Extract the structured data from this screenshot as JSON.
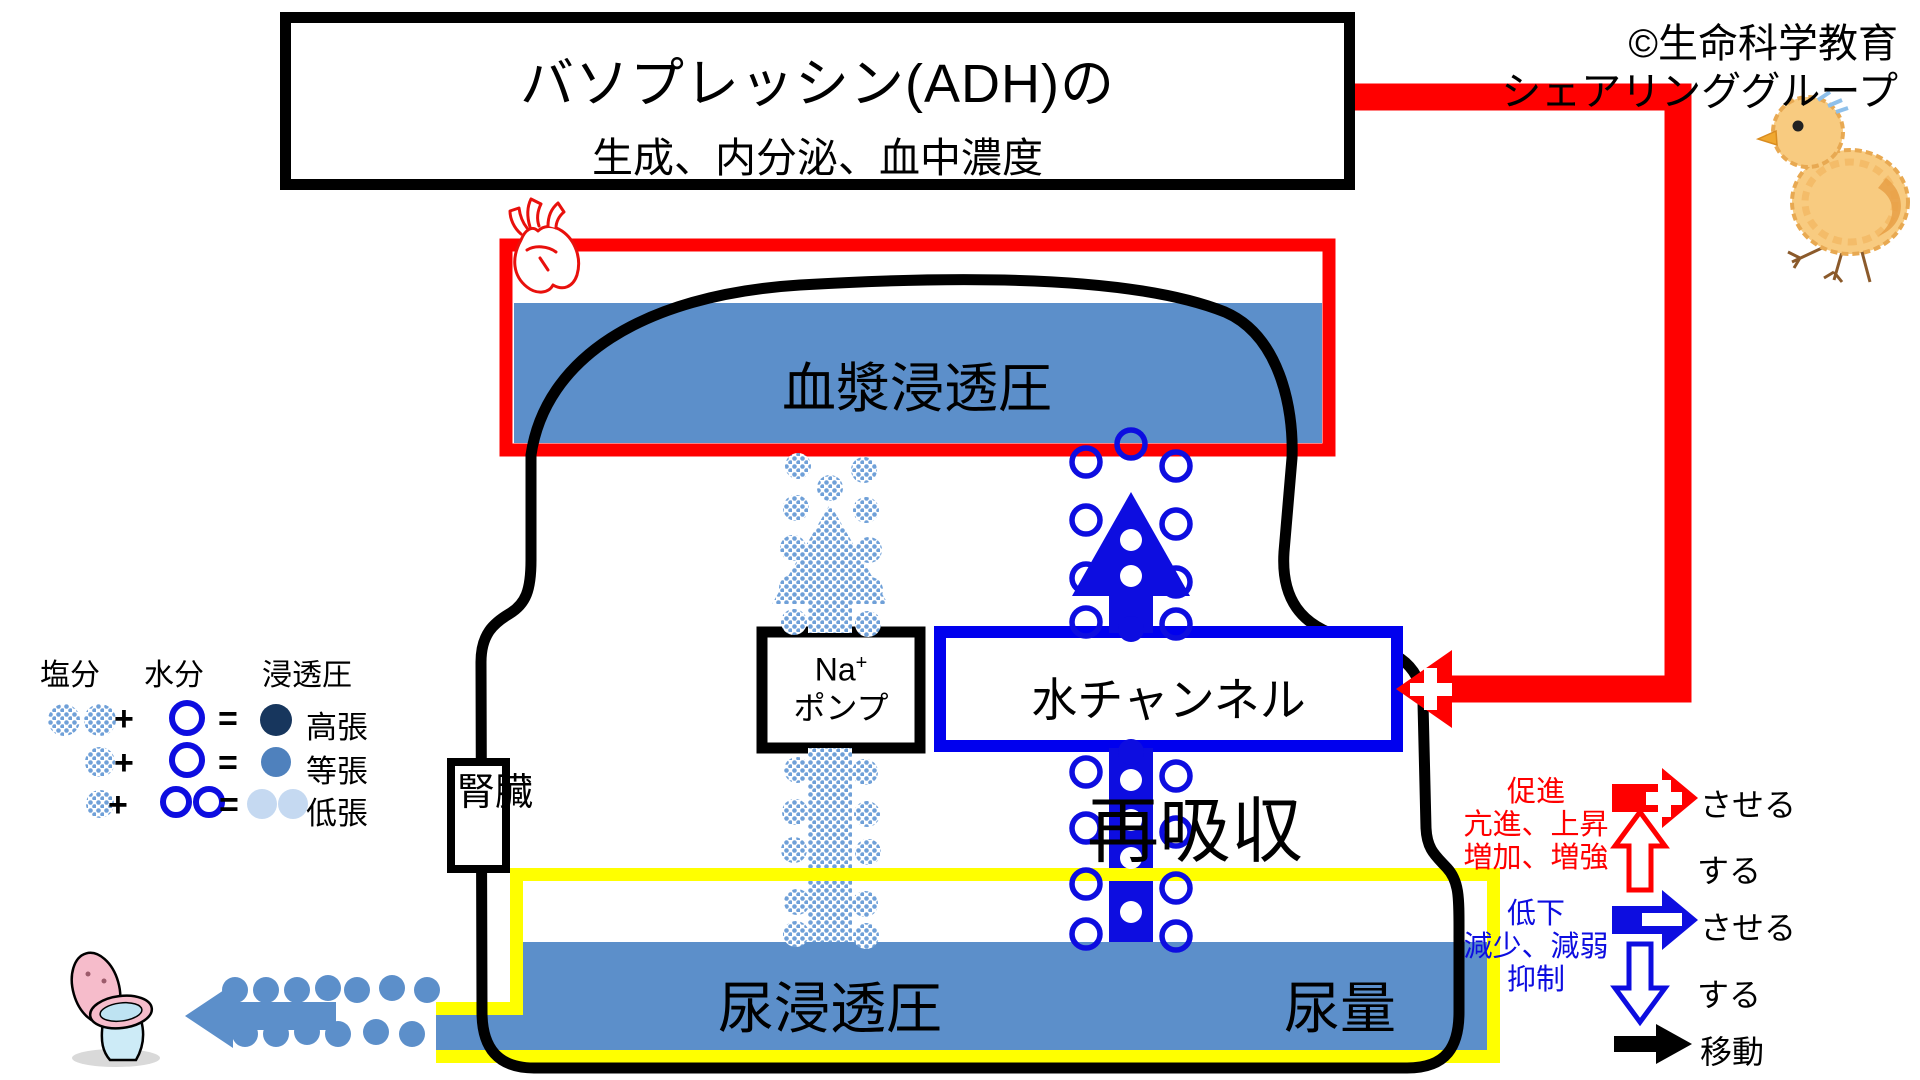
{
  "title": {
    "line1": "バソプレッシン(ADH)の",
    "line2": "生成、内分泌、血中濃度"
  },
  "copyright": {
    "line1": "©生命科学教育",
    "line2": "シェアリンググループ"
  },
  "boxes": {
    "plasma_osmotic_pressure": "血漿浸透圧",
    "kidney": "腎臓",
    "na_pump_element": "Na",
    "na_pump_superscript": "+",
    "na_pump_word": "ポンプ",
    "water_channel": "水チャンネル"
  },
  "labels": {
    "reabsorption": "再吸収",
    "urine_osmotic_pressure": "尿浸透圧",
    "urine_volume": "尿量"
  },
  "legend_osmolarity": {
    "header_salt": "塩分",
    "header_water": "水分",
    "header_pressure": "浸透圧",
    "plus": "+",
    "equals": "=",
    "row_hypertonic": "高張",
    "row_isotonic": "等張",
    "row_hypotonic": "低張"
  },
  "legend_effects": {
    "promote_line1": "促進",
    "promote_line2": "亢進、上昇",
    "promote_line3": "増加、増強",
    "suppress_line1": "低下",
    "suppress_line2": "減少、減弱",
    "suppress_line3": "抑制",
    "cause_label_promote": "させる",
    "do_label_promote": "する",
    "cause_label_suppress": "させる",
    "do_label_suppress": "する",
    "move_label": "移動"
  },
  "icons": {
    "heart": "heart-icon",
    "chick": "chick-icon",
    "toilet": "toilet-icon"
  },
  "colors": {
    "accent_red": "#FF0000",
    "accent_blue": "#0D0DE0",
    "band_blue": "#5C8FCA",
    "box_yellow": "#FFFF00",
    "hypertonic": "#17365D",
    "isotonic": "#4F81BD",
    "hypotonic": "#C5D9F1"
  }
}
